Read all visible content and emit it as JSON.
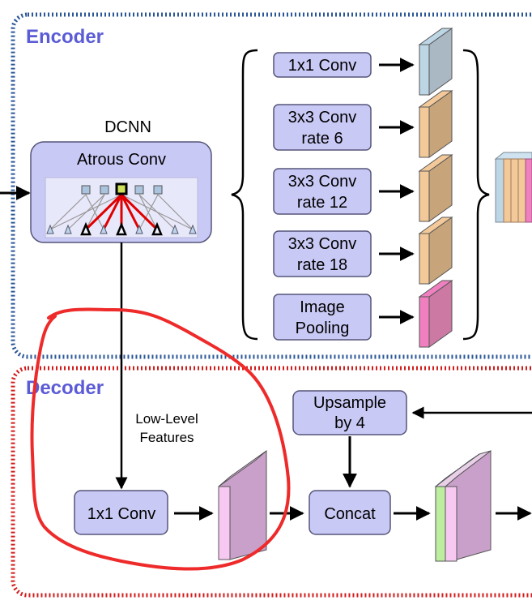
{
  "encoder": {
    "title": "Encoder",
    "border_color": "#2b5797",
    "title_color": "#5b5bd6"
  },
  "decoder": {
    "title": "Decoder",
    "border_color": "#d21c1c",
    "title_color": "#5b5bd6"
  },
  "dcnn": {
    "caption": "DCNN",
    "block_label": "Atrous Conv"
  },
  "aspp": [
    {
      "lines": [
        "1x1 Conv"
      ],
      "feature_color": "#aab8c4",
      "feature_front": "#bcd6e6"
    },
    {
      "lines": [
        "3x3 Conv",
        "rate 6"
      ],
      "feature_color": "#c8a47a",
      "feature_front": "#f3c99a"
    },
    {
      "lines": [
        "3x3 Conv",
        "rate 12"
      ],
      "feature_color": "#c8a47a",
      "feature_front": "#f3c99a"
    },
    {
      "lines": [
        "3x3 Conv",
        "rate 18"
      ],
      "feature_color": "#c8a47a",
      "feature_front": "#f3c99a"
    },
    {
      "lines": [
        "Image",
        "Pooling"
      ],
      "feature_color": "#cc79a4",
      "feature_front": "#f07fbf"
    }
  ],
  "low_level": {
    "lines": [
      "Low-Level",
      "Features"
    ]
  },
  "decoder_blocks": {
    "conv1x1": "1x1 Conv",
    "upsample": [
      "Upsample",
      "by 4"
    ],
    "concat": "Concat"
  },
  "colors": {
    "block_fill": "#c9c9f6",
    "block_stroke": "#55557a",
    "annotation": "#ee2a2a",
    "pink_front": "#f7c9f2",
    "pink_side": "#c9a0c9",
    "green_front": "#bdeea0"
  }
}
